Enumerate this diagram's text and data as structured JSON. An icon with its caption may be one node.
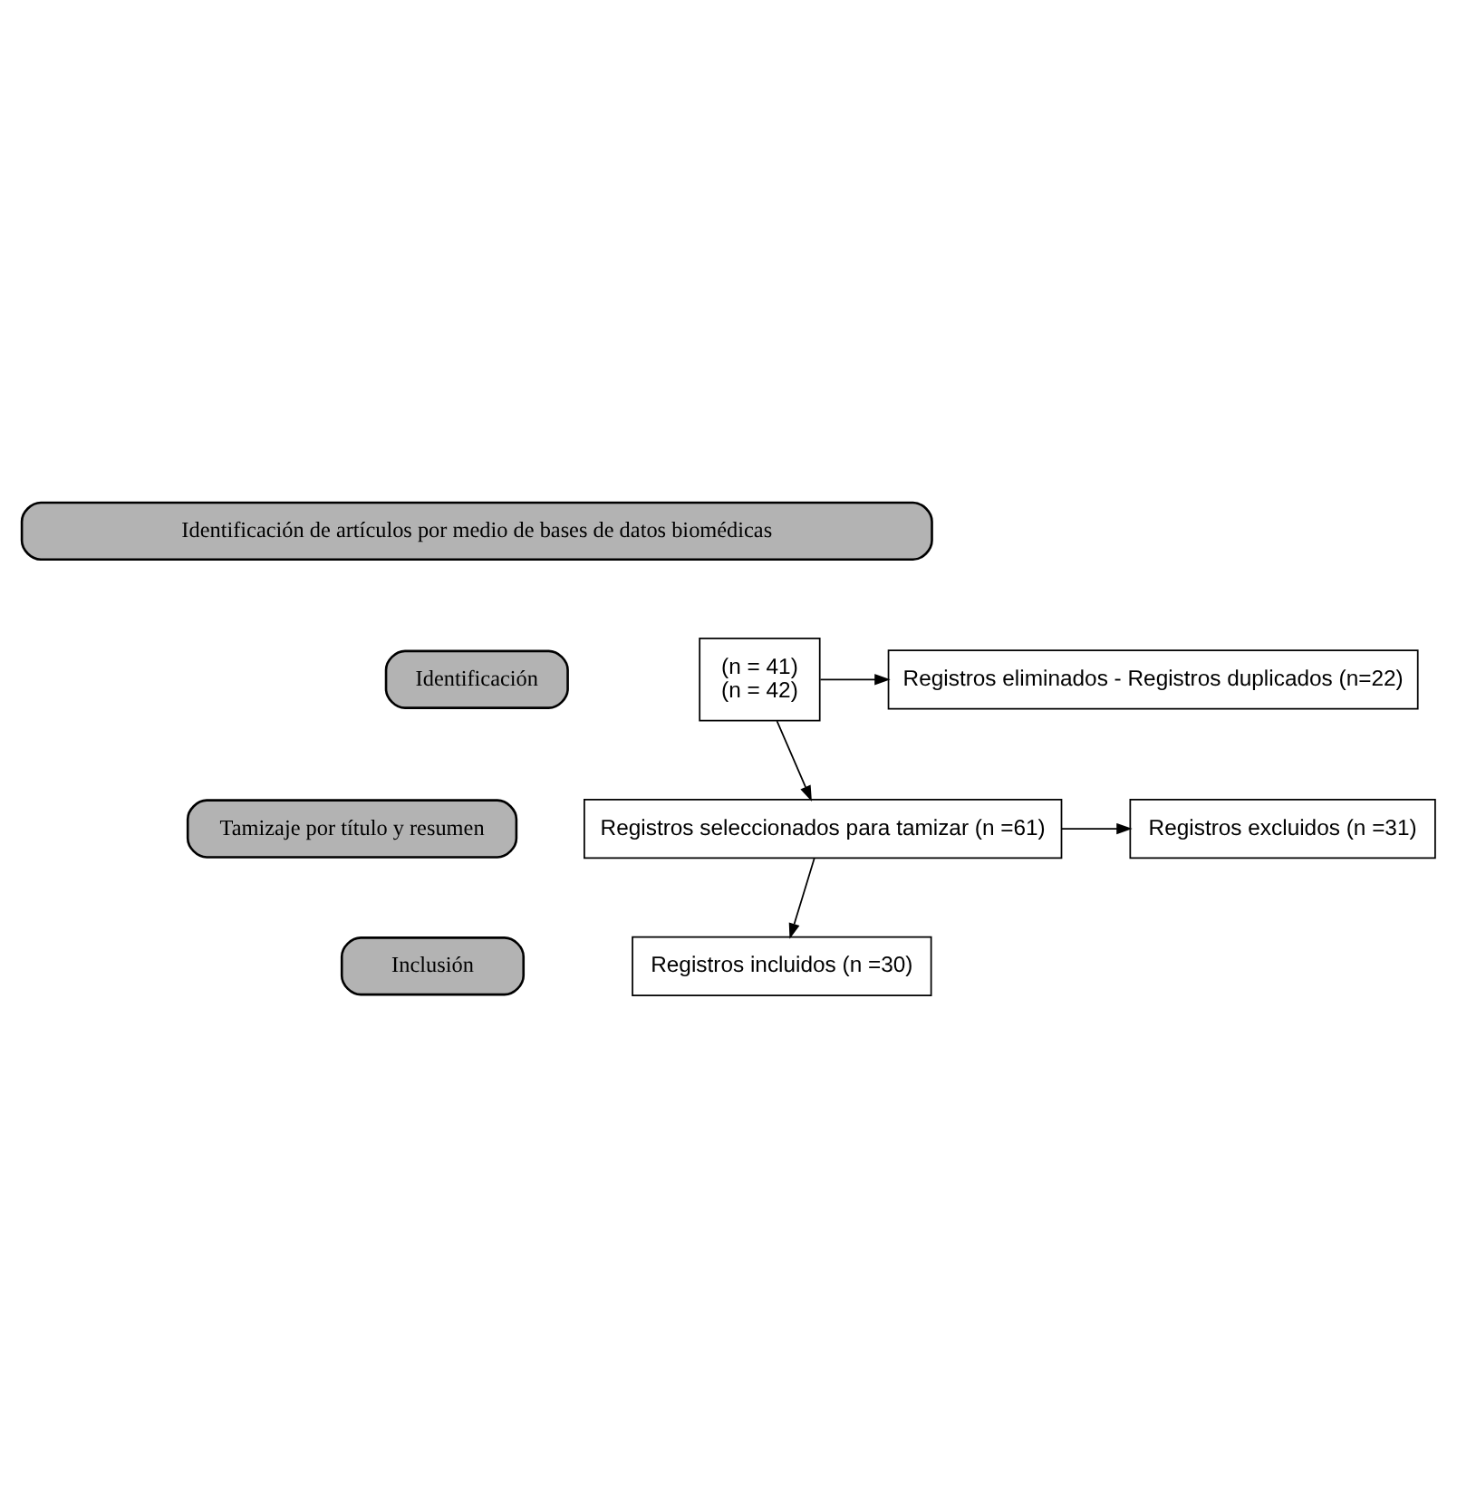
{
  "diagram": {
    "nodes": [
      {
        "text": [
          "Identificación de artículos por medio de bases de datos biomédicas"
        ]
      },
      {
        "text": [
          "Identificación"
        ]
      },
      {
        "text": [
          "(n = 41)",
          "(n = 42)"
        ]
      },
      {
        "text": [
          "Registros eliminados - Registros duplicados (n=22)"
        ]
      },
      {
        "text": [
          "Tamizaje por título y resumen"
        ]
      },
      {
        "text": [
          "Registros seleccionados para tamizar (n =61)"
        ]
      },
      {
        "text": [
          "Registros excluidos (n =31)"
        ]
      },
      {
        "text": [
          "Inclusión"
        ]
      },
      {
        "text": [
          "Registros incluidos (n =30)"
        ]
      }
    ],
    "edges": [
      {
        "from": 2,
        "to": 3,
        "arrow": "to"
      },
      {
        "from": 2,
        "to": 5,
        "arrow": "to"
      },
      {
        "from": 5,
        "to": 6,
        "arrow": "to"
      },
      {
        "from": 5,
        "to": 8,
        "arrow": "to"
      }
    ]
  }
}
